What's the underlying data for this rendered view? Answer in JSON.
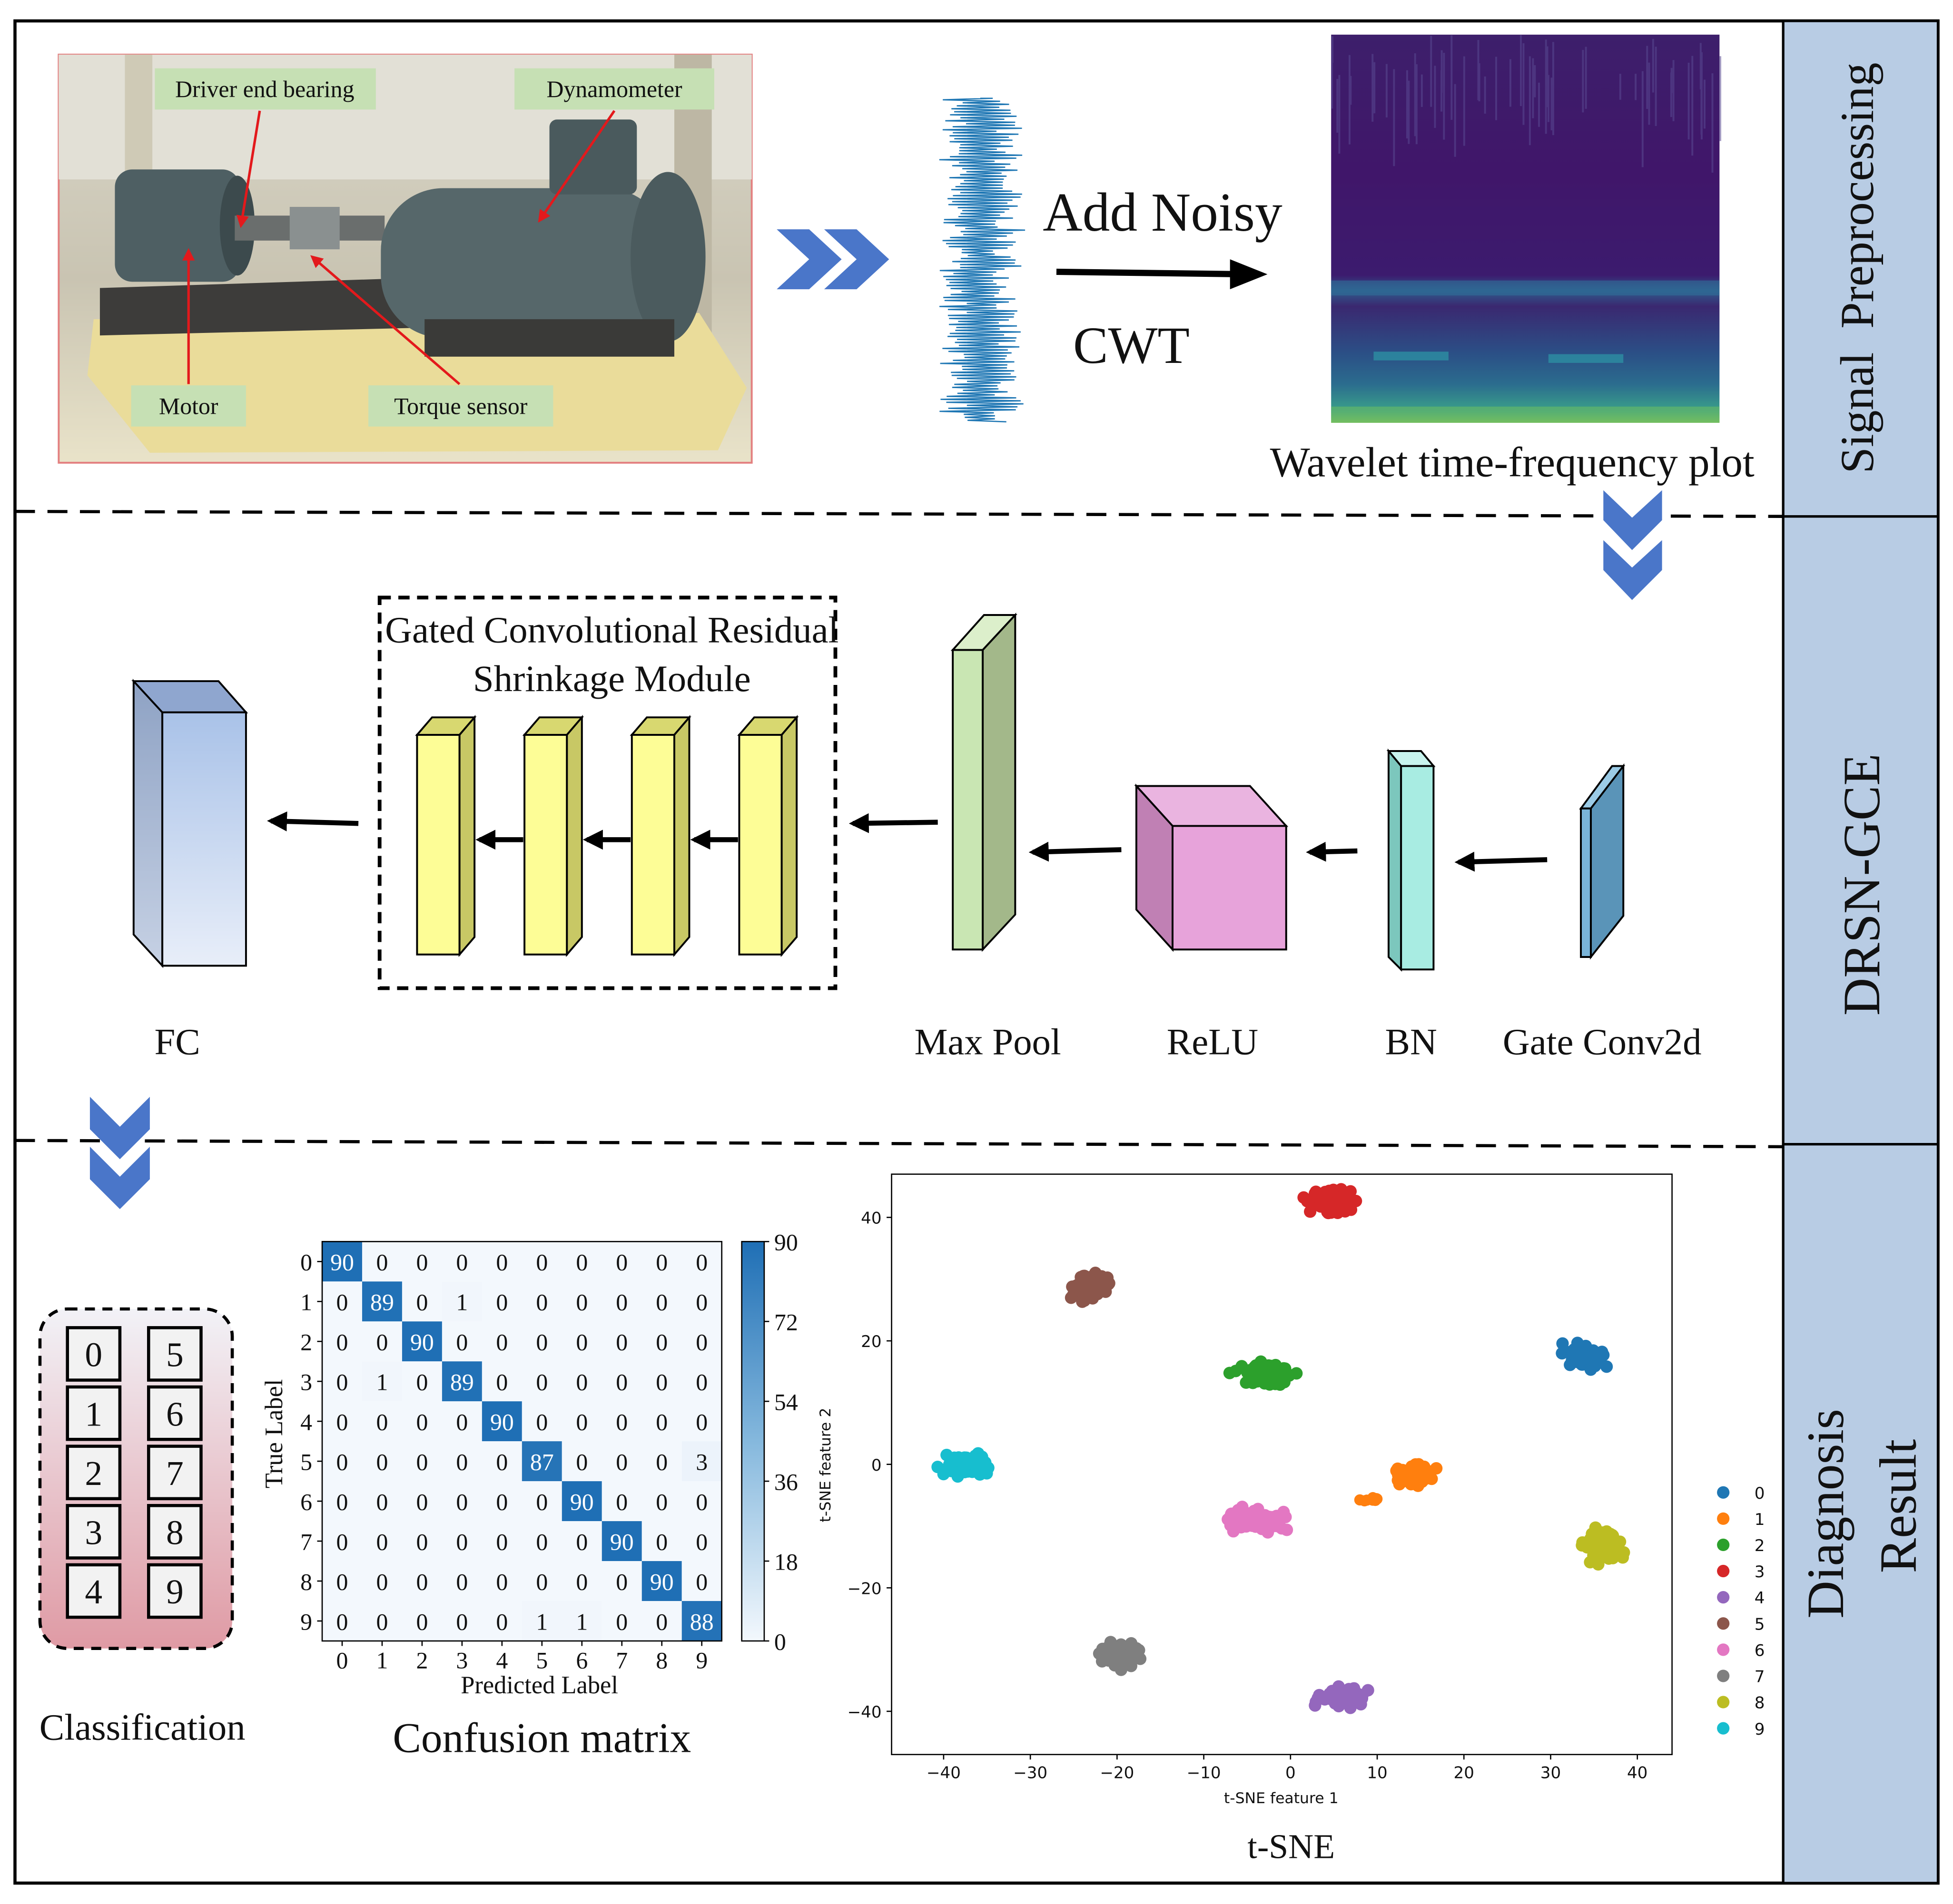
{
  "section_labels": {
    "preprocessing": "Signal  Preprocessing",
    "network": "DRSN-GCE",
    "diagnosis_line1": "Diagnosis",
    "diagnosis_line2": "Result"
  },
  "testbench": {
    "driver_end_bearing": "Driver end bearing",
    "dynamometer": "Dynamometer",
    "motor": "Motor",
    "torque_sensor": "Torque sensor"
  },
  "preprocessing": {
    "add_noisy": "Add Noisy",
    "cwt": "CWT",
    "wavelet_caption": "Wavelet time-frequency plot"
  },
  "network": {
    "gcrsm_title_line1": "Gated Convolutional Residual",
    "gcrsm_title_line2": "Shrinkage Module",
    "fc": "FC",
    "max_pool": "Max Pool",
    "relu": "ReLU",
    "bn": "BN",
    "gate_conv": "Gate Conv2d"
  },
  "classification": {
    "caption": "Classification",
    "classes": [
      "0",
      "1",
      "2",
      "3",
      "4",
      "5",
      "6",
      "7",
      "8",
      "9"
    ]
  },
  "colors": {
    "section_bar": "#b8cce4",
    "chevron": "#4a76c9",
    "label_box": "#c6e0b4",
    "fc_front_top": "#a9c2e8",
    "fc_front_bottom": "#e8eef9",
    "yellow_block": "#fdfd96",
    "maxpool_front": "#c9e6b3",
    "maxpool_side": "#a3b88a",
    "relu_front": "#e7a3da",
    "relu_side": "#c080b4",
    "bn_front": "#a8ece2",
    "gate_front": "#7ab4d8",
    "cm_max": "#1f6fb5"
  },
  "chart_data": [
    {
      "type": "heatmap",
      "title": "Confusion matrix",
      "xlabel": "Predicted Label",
      "ylabel": "True Label",
      "categories": [
        "0",
        "1",
        "2",
        "3",
        "4",
        "5",
        "6",
        "7",
        "8",
        "9"
      ],
      "values": [
        [
          90,
          0,
          0,
          0,
          0,
          0,
          0,
          0,
          0,
          0
        ],
        [
          0,
          89,
          0,
          1,
          0,
          0,
          0,
          0,
          0,
          0
        ],
        [
          0,
          0,
          90,
          0,
          0,
          0,
          0,
          0,
          0,
          0
        ],
        [
          0,
          1,
          0,
          89,
          0,
          0,
          0,
          0,
          0,
          0
        ],
        [
          0,
          0,
          0,
          0,
          90,
          0,
          0,
          0,
          0,
          0
        ],
        [
          0,
          0,
          0,
          0,
          0,
          87,
          0,
          0,
          0,
          3
        ],
        [
          0,
          0,
          0,
          0,
          0,
          0,
          90,
          0,
          0,
          0
        ],
        [
          0,
          0,
          0,
          0,
          0,
          0,
          0,
          90,
          0,
          0
        ],
        [
          0,
          0,
          0,
          0,
          0,
          0,
          0,
          0,
          90,
          0
        ],
        [
          0,
          0,
          0,
          0,
          0,
          1,
          1,
          0,
          0,
          88
        ]
      ],
      "colorbar_ticks": [
        0,
        18,
        36,
        54,
        72,
        90
      ],
      "colorbar_range": [
        0,
        90
      ]
    },
    {
      "type": "scatter",
      "title": "t-SNE",
      "xlabel": "t-SNE feature 1",
      "ylabel": "t-SNE feature 2",
      "xlim": [
        -46,
        44
      ],
      "ylim": [
        -47,
        47
      ],
      "xticks": [
        -40,
        -30,
        -20,
        -10,
        0,
        10,
        20,
        30,
        40
      ],
      "yticks": [
        -40,
        -20,
        0,
        20,
        40
      ],
      "legend_position": "right",
      "series": [
        {
          "name": "0",
          "color": "#1f77b4",
          "center": [
            34,
            17.5
          ],
          "spread": [
            3.2,
            2.6
          ]
        },
        {
          "name": "1",
          "color": "#ff7f0e",
          "center": [
            14.5,
            -1.5
          ],
          "spread": [
            3.0,
            2.2
          ]
        },
        {
          "name": "2",
          "color": "#2ca02c",
          "center": [
            -3,
            14.5
          ],
          "spread": [
            4.5,
            2.4
          ]
        },
        {
          "name": "3",
          "color": "#d62728",
          "center": [
            4.5,
            42.5
          ],
          "spread": [
            3.8,
            2.4
          ]
        },
        {
          "name": "4",
          "color": "#9467bd",
          "center": [
            6,
            -37.5
          ],
          "spread": [
            4.0,
            2.2
          ]
        },
        {
          "name": "5",
          "color": "#8c564b",
          "center": [
            -23,
            29
          ],
          "spread": [
            3.0,
            3.0
          ]
        },
        {
          "name": "6",
          "color": "#e377c2",
          "center": [
            -4,
            -9
          ],
          "spread": [
            4.8,
            2.4
          ]
        },
        {
          "name": "7",
          "color": "#7f7f7f",
          "center": [
            -19.5,
            -31
          ],
          "spread": [
            3.5,
            3.0
          ]
        },
        {
          "name": "8",
          "color": "#bcbd22",
          "center": [
            36,
            -13
          ],
          "spread": [
            3.0,
            3.5
          ]
        },
        {
          "name": "9",
          "color": "#17becf",
          "center": [
            -37.5,
            0
          ],
          "spread": [
            3.8,
            2.4
          ]
        }
      ]
    }
  ]
}
